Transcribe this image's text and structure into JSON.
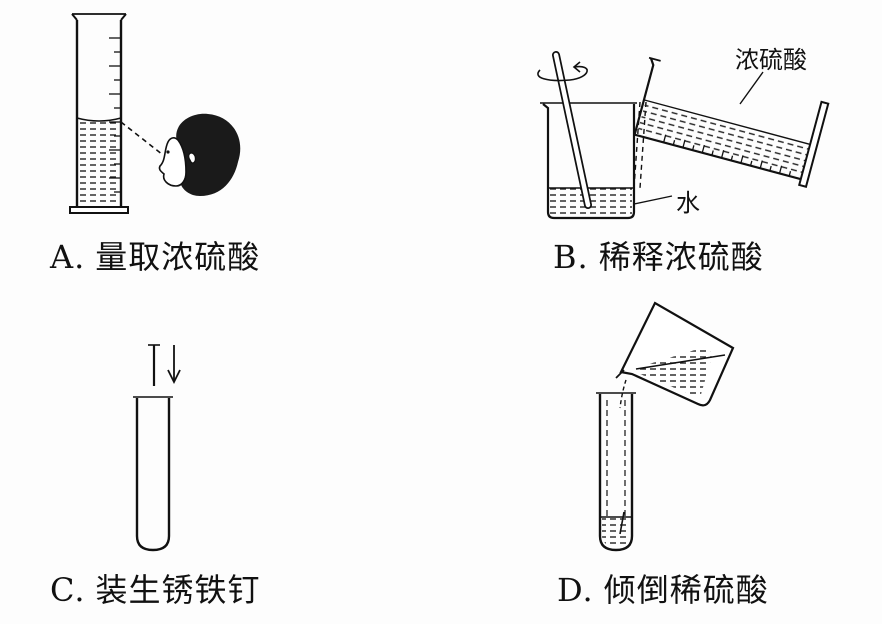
{
  "panels": {
    "a": {
      "letter": "A.",
      "caption": "量取浓硫酸"
    },
    "b": {
      "letter": "B.",
      "caption": "稀释浓硫酸",
      "label_acid": "浓硫酸",
      "label_water": "水"
    },
    "c": {
      "letter": "C.",
      "caption": "装生锈铁钉"
    },
    "d": {
      "letter": "D.",
      "caption": "倾倒稀硫酸"
    }
  },
  "colors": {
    "ink": "#111111",
    "background": "#fdfdfd"
  }
}
